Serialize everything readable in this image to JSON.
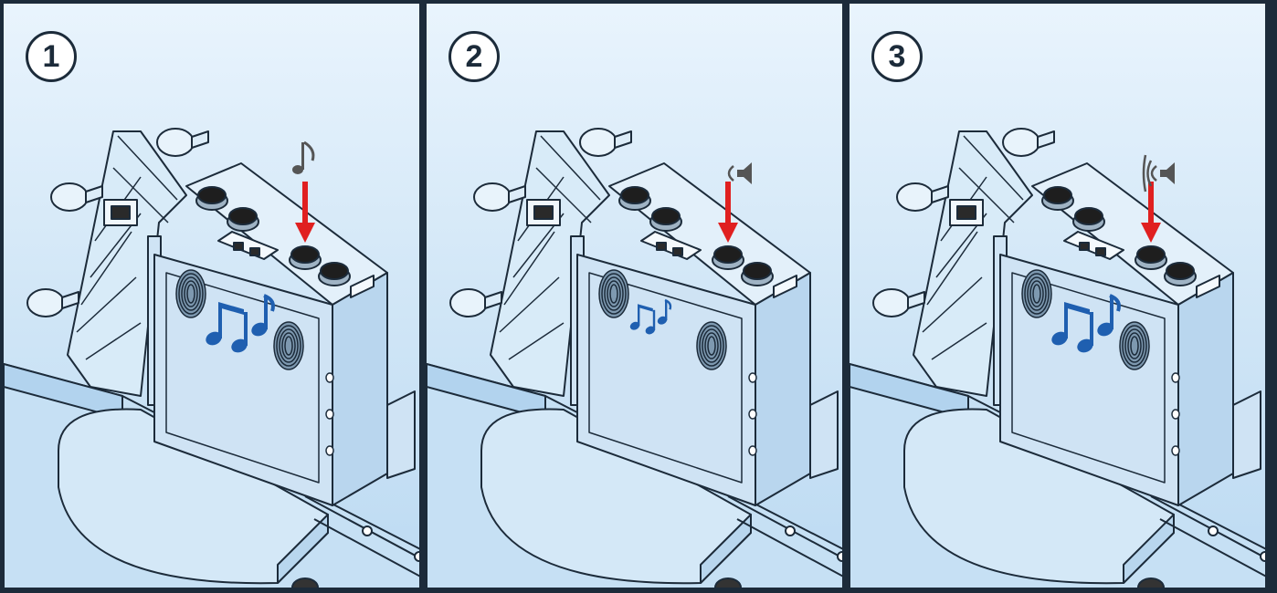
{
  "steps": [
    {
      "number": "1",
      "indicator": "music-note",
      "volume_level": 1,
      "notes_size": "large"
    },
    {
      "number": "2",
      "indicator": "speaker-low",
      "volume_level": 1,
      "notes_size": "small"
    },
    {
      "number": "3",
      "indicator": "speaker-high",
      "volume_level": 3,
      "notes_size": "large"
    }
  ],
  "colors": {
    "background": "#d6eaf8",
    "outline": "#1c2b3a",
    "arrow": "#e02020",
    "notes": "#1f5fb0",
    "knob": "#1e1e1e",
    "indicator": "#555555"
  }
}
